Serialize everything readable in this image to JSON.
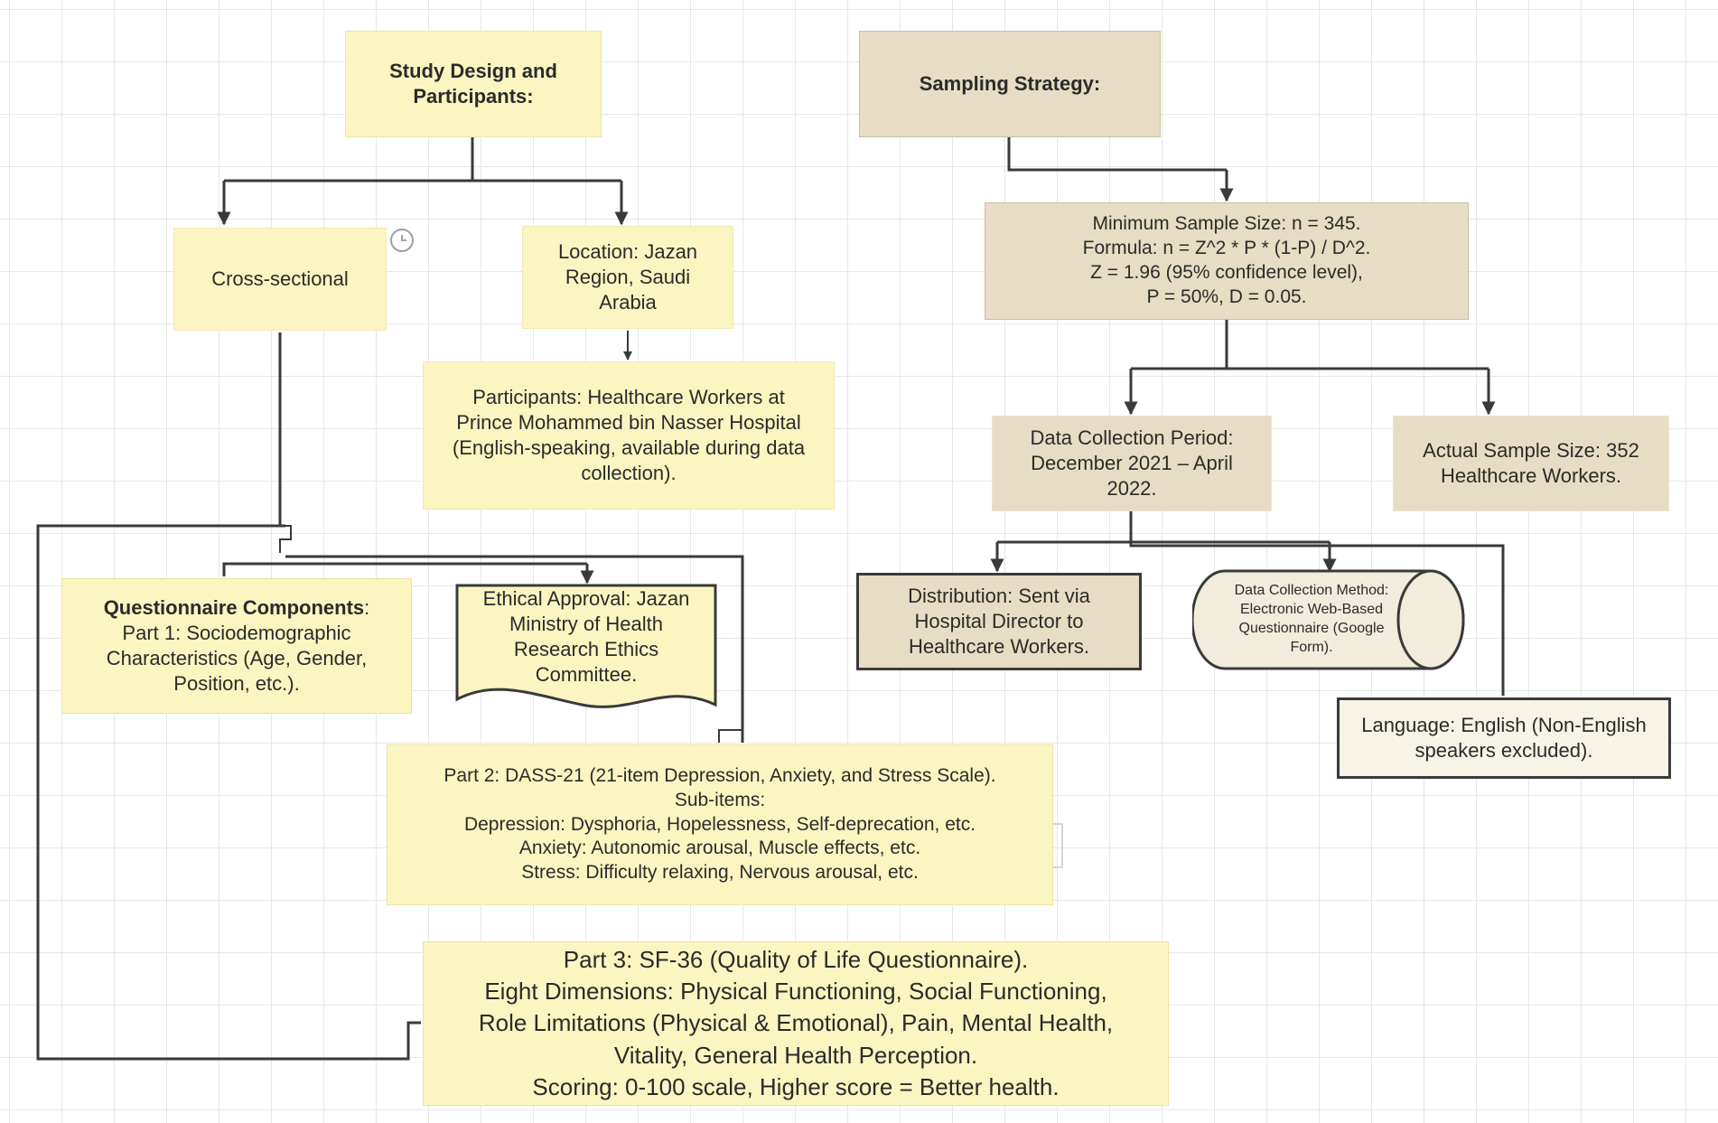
{
  "nodes": {
    "study_design": {
      "lines": [
        "Study Design and",
        "Participants:"
      ]
    },
    "cross_sectional": {
      "lines": [
        "Cross-sectional"
      ]
    },
    "location": {
      "lines": [
        "Location: Jazan",
        "Region, Saudi",
        "Arabia"
      ]
    },
    "participants": {
      "lines": [
        "Participants: Healthcare Workers at",
        "Prince Mohammed bin Nasser Hospital",
        "(English-speaking, available during data",
        "collection)."
      ]
    },
    "questionnaire": {
      "label": "Questionnaire Components",
      "colon": ":",
      "lines": [
        "Part 1: Sociodemographic",
        "Characteristics (Age, Gender,",
        "Position, etc.)."
      ]
    },
    "ethical": {
      "lines": [
        "Ethical Approval: Jazan",
        "Ministry of Health",
        "Research Ethics",
        "Committee."
      ]
    },
    "part2": {
      "lines": [
        "Part 2: DASS-21 (21-item Depression, Anxiety, and Stress Scale).",
        "Sub-items:",
        "Depression: Dysphoria, Hopelessness, Self-deprecation, etc.",
        "Anxiety: Autonomic arousal, Muscle effects, etc.",
        "Stress: Difficulty relaxing, Nervous arousal, etc."
      ]
    },
    "part3": {
      "lines": [
        "Part 3: SF-36 (Quality of Life Questionnaire).",
        "Eight Dimensions: Physical Functioning, Social Functioning,",
        "Role Limitations (Physical & Emotional), Pain, Mental Health,",
        "Vitality, General Health Perception.",
        "Scoring: 0-100 scale, Higher score = Better health."
      ]
    },
    "sampling": {
      "lines": [
        "Sampling Strategy:"
      ]
    },
    "min_sample": {
      "lines": [
        "Minimum Sample Size: n = 345.",
        "Formula: n = Z^2 * P * (1-P) / D^2.",
        "Z = 1.96 (95% confidence level),",
        "P = 50%, D = 0.05."
      ]
    },
    "data_period": {
      "lines": [
        "Data Collection Period:",
        "December 2021 – April",
        "2022."
      ]
    },
    "actual_sample": {
      "lines": [
        "Actual Sample Size: 352",
        "Healthcare Workers."
      ]
    },
    "distribution": {
      "lines": [
        "Distribution: Sent via",
        "Hospital Director to",
        "Healthcare Workers."
      ]
    },
    "method": {
      "lines": [
        "Data Collection Method:",
        "Electronic Web-Based",
        "Questionnaire (Google",
        "Form)."
      ]
    },
    "language": {
      "lines": [
        "Language: English (Non-English",
        "speakers excluded)."
      ]
    }
  },
  "colors": {
    "yellow_fill": "#fbf6c1",
    "tan_fill": "#e6ddc4",
    "pale_fill": "#f7f3e6",
    "connector": "#3a3a3a"
  },
  "icons": [
    "clock-icon"
  ]
}
